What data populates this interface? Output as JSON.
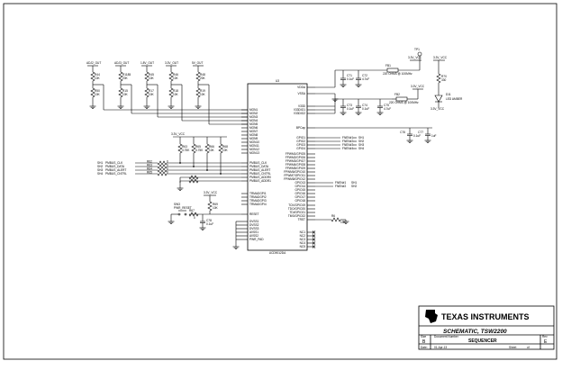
{
  "supplies": [
    {
      "net": "ADJ2_OUT",
      "r_top": "R44",
      "r_top_val": "10K",
      "r_bot": "R50",
      "r_bot_val": "10K"
    },
    {
      "net": "ADJ3_OUT",
      "r_top": "R1185",
      "r_top_val": "20K",
      "r_bot": "R15",
      "r_bot_val": "10K"
    },
    {
      "net": "1.8V_OUT",
      "r_top": "R45",
      "r_top_val": "10K",
      "r_bot": "R17",
      "r_bot_val": "10K"
    },
    {
      "net": "3.3V_OUT",
      "r_top": "R46",
      "r_top_val": "10K",
      "r_bot": "R18",
      "r_bot_val": "10K"
    },
    {
      "net": "5V_OUT",
      "r_top": "R48",
      "r_top_val": "20K",
      "r_bot": "R19",
      "r_bot_val": "10K"
    }
  ],
  "ic": {
    "ref": "U3",
    "part": "UCD9012DA",
    "left_pins": [
      "MON1",
      "MON2",
      "MON3",
      "MON4",
      "MON5",
      "MON6",
      "MON7",
      "MON8",
      "MON9",
      "MON10",
      "MON11",
      "MON12",
      "MON13"
    ],
    "left_pins2": [
      "PMBUS_CLK",
      "PMBUS_DATA",
      "PMBUS_ALERT",
      "PMBUS_CNTRL",
      "PMBUS_ADDR0",
      "PMBUS_ADDR1"
    ],
    "left_pins3": [
      "TRMADGPI1",
      "TRMADGPI2",
      "TRMADGPI3",
      "TRMADGPI4"
    ],
    "left_pins4": [
      "RESET"
    ],
    "left_pins5": [
      "DVSS1",
      "DVSS2",
      "DVSS3",
      "AVSS1",
      "AVSS2",
      "PWR_PAD"
    ],
    "right_top": [
      "VDDA",
      "VSSA",
      "V33D",
      "V33DIO1",
      "V33DIO2"
    ],
    "right_bp": "BPCap",
    "right_gpio": [
      "GPIO1",
      "GPIO2",
      "GPIO3",
      "GPIO4"
    ],
    "right_fpwm": [
      "FPWM1/GPIO5",
      "FPWM2/GPIO6",
      "FPWM3/GPIO7",
      "FPWM4/GPIO8",
      "FPWM5/GPIO9",
      "FPWM6/GPIO10",
      "FPWM7/GPIO11",
      "FPWM8/GPIO12"
    ],
    "right_gpio2": [
      "GPIO13",
      "GPIO14",
      "GPIO15",
      "GPIO16",
      "GPIO17",
      "GPIO18"
    ],
    "right_jtag": [
      "TCK/GPIO19",
      "TDO/GPIO20",
      "TDI/GPIO21",
      "TMS/GPIO22",
      "TRST"
    ],
    "right_nc": [
      "NC1",
      "NC2",
      "NC3",
      "NC4",
      "NC5"
    ]
  },
  "rails": {
    "v33": "3.3V_VCC"
  },
  "pullups": [
    {
      "ref": "R63",
      "val": "4.75K"
    },
    {
      "ref": "R65",
      "val": "4.75K"
    },
    {
      "ref": "R66",
      "val": "10K"
    },
    {
      "ref": "R68",
      "val": "10K"
    }
  ],
  "pmbus_nets": [
    {
      "header": "SH1",
      "net": "PMBUS_CLK",
      "r": "R62",
      "rv": "0"
    },
    {
      "header": "SH2",
      "net": "PMBUS_DATA",
      "r": "R63",
      "rv": "0"
    },
    {
      "header": "SH3",
      "net": "PMBUS_ALERT",
      "r": "R64",
      "rv": "0"
    },
    {
      "header": "SH4",
      "net": "PMBUS_CNTRL",
      "r": "R65",
      "rv": "0"
    }
  ],
  "ferrites": [
    {
      "ref": "FB1",
      "desc": "220 OHMS @ 100MHz"
    },
    {
      "ref": "FB2",
      "desc": "220 OHMS @ 100MHz"
    }
  ],
  "caps_top": [
    "C71",
    "C72",
    "C73",
    "C74",
    "C75"
  ],
  "caps_top_vals": [
    "0.1uF",
    "4.7uF",
    "0.1uF",
    "0.1uF",
    "4.7uF"
  ],
  "caps_bp": [
    "C76",
    "C77"
  ],
  "caps_bp_vals": [
    "0.1uF",
    "1uF"
  ],
  "testpoint": "TP1",
  "led": {
    "ref": "D11",
    "name": "LED AMBER",
    "r": "R70",
    "rv": "330"
  },
  "gpio_nets": [
    "FNEN#1",
    "FNEN#2",
    "FNEN#3",
    "FNEN#4"
  ],
  "gpio_sh": [
    "SH1",
    "SH2",
    "SH3",
    "SH4"
  ],
  "reset": {
    "sw": "SW3",
    "label": "PWR_RESET",
    "r1": "R69",
    "r1v": "10K",
    "r2": "R67",
    "r2v": "0",
    "c": "C78",
    "cv": "0.1uF"
  },
  "trst_r": {
    "ref": "R6",
    "val": "10K"
  },
  "title_block": {
    "company": "TEXAS INSTRUMENTS",
    "title": "SCHEMATIC, TSW2200",
    "doc_label": "Document Number",
    "doc": "SEQUENCER",
    "size_label": "Size",
    "size": "B",
    "rev_label": "Rev",
    "rev": "E",
    "date_label": "Date:",
    "date": "01-Apr-13",
    "sheet_label": "Sheet",
    "sheet": "of"
  }
}
